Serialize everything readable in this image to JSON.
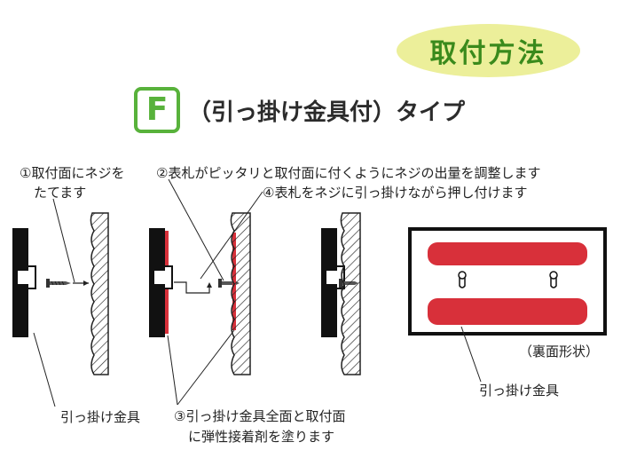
{
  "title": "取付方法",
  "type_letter": "F",
  "subtitle": "（引っ掛け金具付）タイプ",
  "steps": {
    "step1_line1": "①取付面にネジを",
    "step1_line2": "たてます",
    "step2": "②表札がピッタリと取付面に付くようにネジの出量を調整します",
    "step4": "④表札をネジに引っ掛けながら押し付けます",
    "step3_line1": "③引っ掛け金具全面と取付面",
    "step3_line2": "に弾性接着剤を塗ります"
  },
  "labels": {
    "hook_left": "引っ掛け金具",
    "back_view": "（裏面形状）",
    "hook_right": "引っ掛け金具"
  },
  "colors": {
    "title_green": "#3a8a1c",
    "pill_yellow": "#ecef9a",
    "adhesive_red": "#d8303a",
    "panel_black": "#111111"
  }
}
